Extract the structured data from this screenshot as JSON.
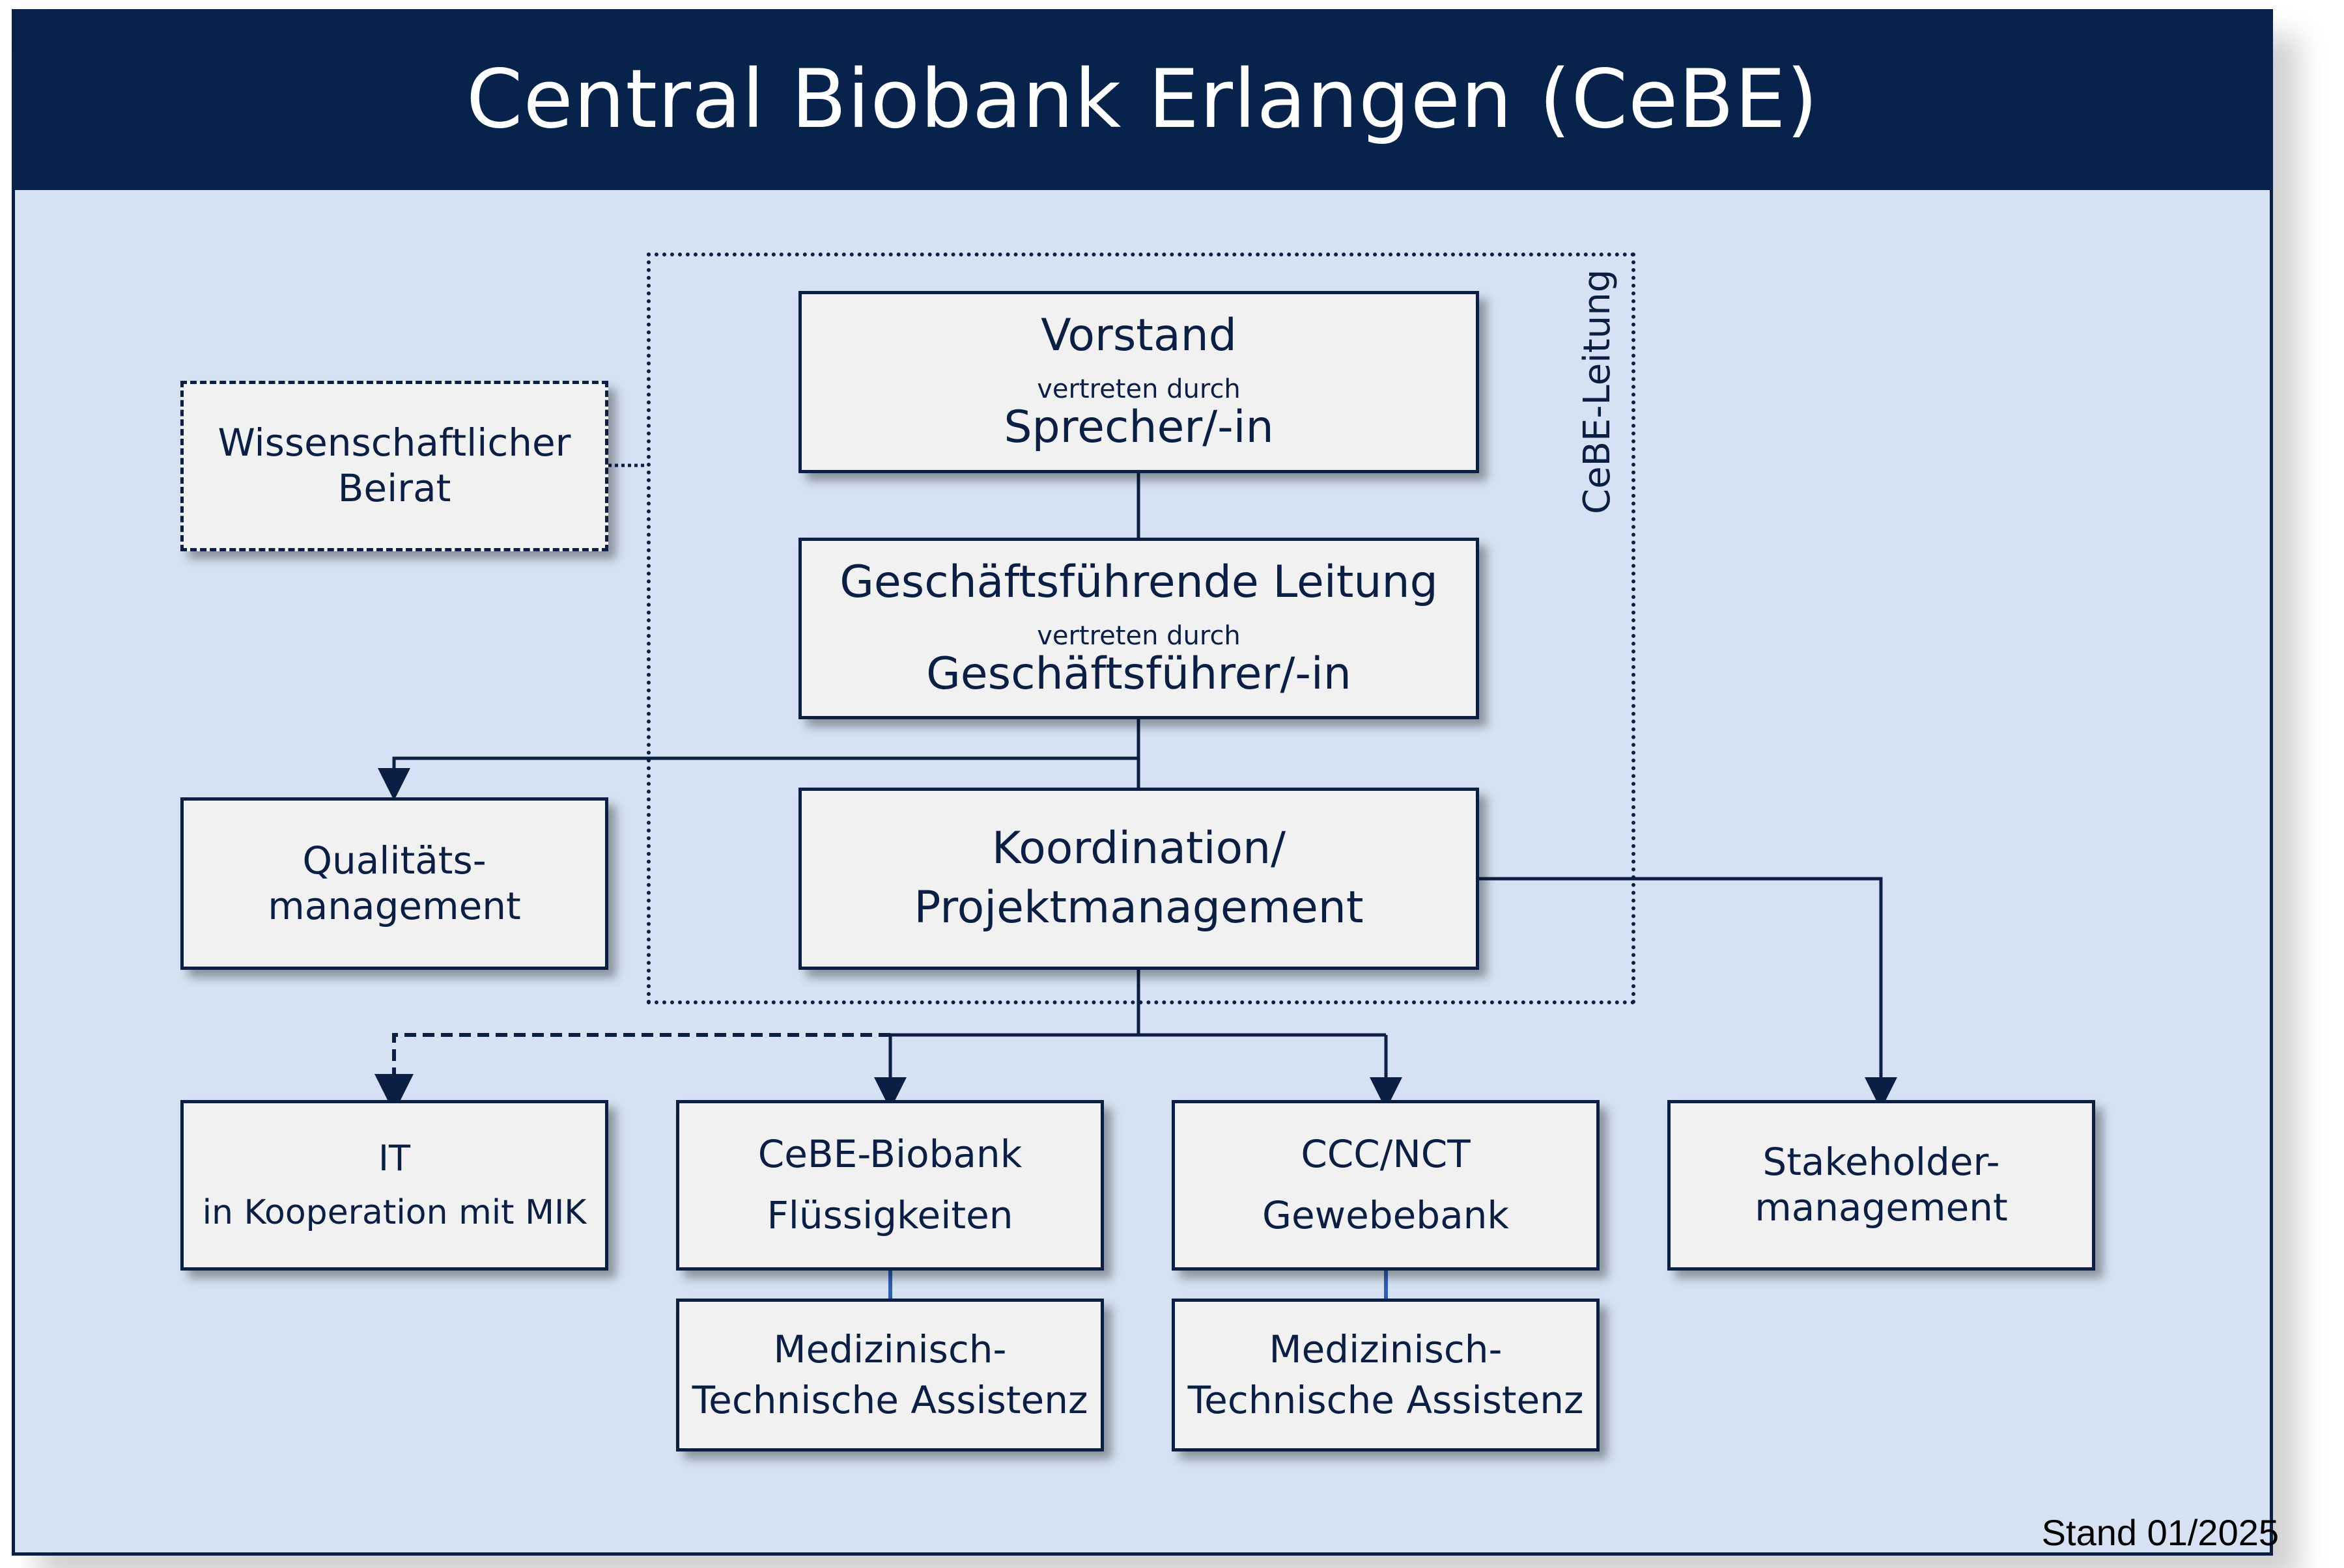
{
  "title": "Central Biobank Erlangen (CeBE)",
  "leitung_label": "CeBE-Leitung",
  "stand": "Stand 01/2025",
  "boxes": {
    "vorstand": {
      "title": "Vorstand",
      "sub": "vertreten durch",
      "role": "Sprecher/-in"
    },
    "gf_leitung": {
      "title": "Geschäftsführende Leitung",
      "sub": "vertreten durch",
      "role": "Geschäftsführer/-in"
    },
    "koordination": {
      "line1": "Koordination/",
      "line2": "Projektmanagement"
    },
    "beirat": {
      "line1": "Wissenschaftlicher",
      "line2": "Beirat"
    },
    "qm": {
      "line1": "Qualitäts-",
      "line2": "management"
    },
    "it": {
      "line1": "IT",
      "line2": "in Kooperation mit MIK"
    },
    "biobank": {
      "line1": "CeBE-Biobank",
      "line2": "Flüssigkeiten"
    },
    "ccc": {
      "line1": "CCC/NCT",
      "line2": "Gewebebank"
    },
    "stakeholder": {
      "line1": "Stakeholder-",
      "line2": "management"
    },
    "mta1": {
      "line1": "Medizinisch-",
      "line2": "Technische Assistenz"
    },
    "mta2": {
      "line1": "Medizinisch-",
      "line2": "Technische Assistenz"
    }
  },
  "colors": {
    "header": "#07224b",
    "background": "#d6e2f3",
    "box": "#f1f1f1",
    "line": "#0b1f45",
    "connector_blue": "#2f5fb0"
  }
}
